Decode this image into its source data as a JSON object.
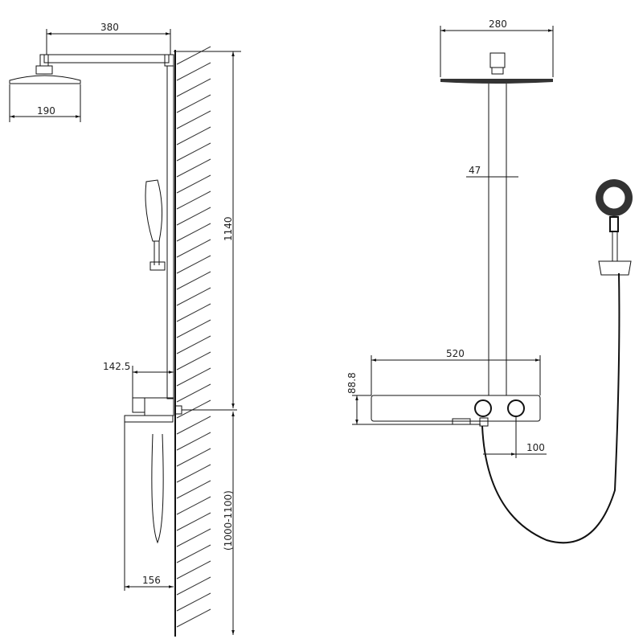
{
  "side_view": {
    "dims": {
      "arm_length": "380",
      "head_diameter": "190",
      "height_total": "1140",
      "mixer_offset": "142.5",
      "install_height": "(1000-1100)",
      "shelf_depth": "156"
    }
  },
  "front_view": {
    "dims": {
      "head_width": "280",
      "pipe_diameter": "47",
      "shelf_width": "520",
      "shelf_height": "88.8",
      "knob_spacing": "100"
    }
  }
}
